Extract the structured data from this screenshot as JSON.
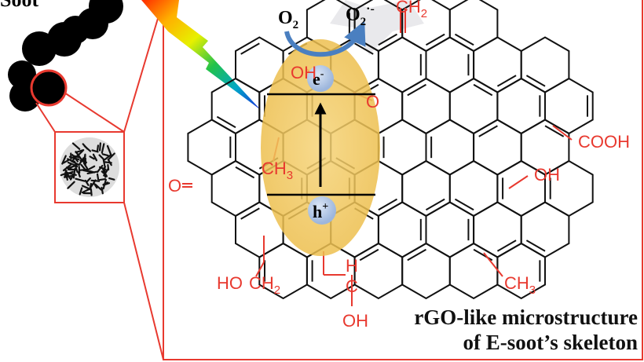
{
  "labels": {
    "soot": "Soot",
    "o2": "O",
    "o2_sub": "2",
    "o2_radical": "O",
    "o2_radical_sub": "2",
    "o2_radical_sup": "·-",
    "electron": "e",
    "electron_sup": "-",
    "hole": "h",
    "hole_sup": "+"
  },
  "functional_groups": {
    "ch2_top": "CH",
    "ch2_top_sub": "2",
    "hydroxyl_top": "OH",
    "ether_o": "O",
    "ch3_left": "CH",
    "ch3_left_sub": "3",
    "ketone_o": "O",
    "cooh": "COOH",
    "hydroxyl_right": "OH",
    "ho_ch2": "HO",
    "ho_ch2_ch": "CH",
    "ho_ch2_sub": "2",
    "h_center": "H",
    "c_center": "C",
    "oh_bottom": "OH",
    "ch3_bottom": "CH",
    "ch3_bottom_sub": "3"
  },
  "caption": {
    "line1": "rGO-like microstructure",
    "line2": "of E-soot’s skeleton"
  },
  "colors": {
    "accent_red": "#e8392f",
    "orbital_yellow": "#f1c65b",
    "particle_blue": "#b9cde8",
    "arrow_blue": "#4a7fc0"
  }
}
